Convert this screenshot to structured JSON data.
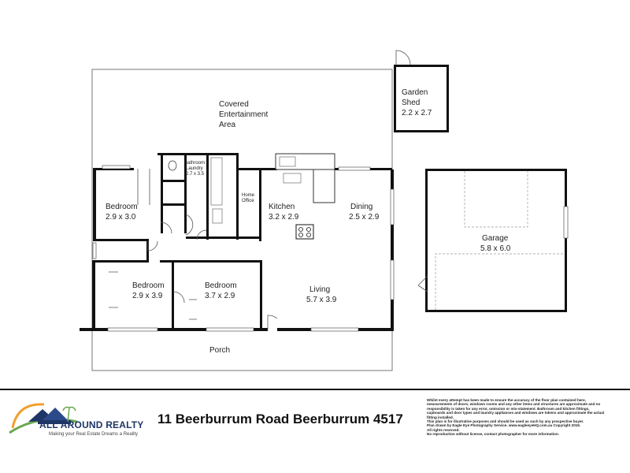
{
  "rooms": {
    "covered_area": {
      "line1": "Covered",
      "line2": "Entertainment",
      "line3": "Area"
    },
    "garden_shed": {
      "line1": "Garden",
      "line2": "Shed",
      "size": "2.2 x 2.7"
    },
    "bathroom_laundry": {
      "line1": "Bathroom",
      "line2": "Laundry",
      "size": "2.7 x 3.5"
    },
    "home_office": {
      "line1": "Home",
      "line2": "Office"
    },
    "kitchen": {
      "name": "Kitchen",
      "size": "3.2 x 2.9"
    },
    "dining": {
      "name": "Dining",
      "size": "2.5 x 2.9"
    },
    "bedroom_1": {
      "name": "Bedroom",
      "size": "2.9 x 3.0"
    },
    "bedroom_2": {
      "name": "Bedroom",
      "size": "2.9 x 3.9"
    },
    "bedroom_3": {
      "name": "Bedroom",
      "size": "3.7 x 2.9"
    },
    "living": {
      "name": "Living",
      "size": "5.7 x 3.9"
    },
    "garage": {
      "name": "Garage",
      "size": "5.8 x 6.0"
    },
    "porch": {
      "name": "Porch"
    }
  },
  "footer": {
    "brand": "ALL AROUND REALTY",
    "tagline": "Making your Real Estate Dreams a Reality",
    "address": "11 Beerburrum Road  Beerburrum  4517",
    "disclaimer": [
      "Whilst every attempt has been made to ensure the accuracy of the floor plan contained here,",
      "measurements of doors, windows rooms and any other items and structures are approximate and no",
      "responsibility is taken for any error, omission or mis-statement. Bathroom and kitchen fittings,",
      "cupboards and door types and laundry appliances and windows are tokens and approximate the actual",
      "fitting installed.",
      "This plan is for illustrative purposes and should be used as such by any prospective buyer.",
      "Plan drawn by Eagle Eye Photography Service. www.eagleeyeHQ.com.au Copyright 2019.",
      "All rights reserved.",
      "No reproduction without license, contact photographer for more information."
    ]
  },
  "colors": {
    "wall": "#111111",
    "brand_blue": "#1e3566",
    "logo_green": "#6aa84f",
    "logo_orange": "#f0a030"
  }
}
